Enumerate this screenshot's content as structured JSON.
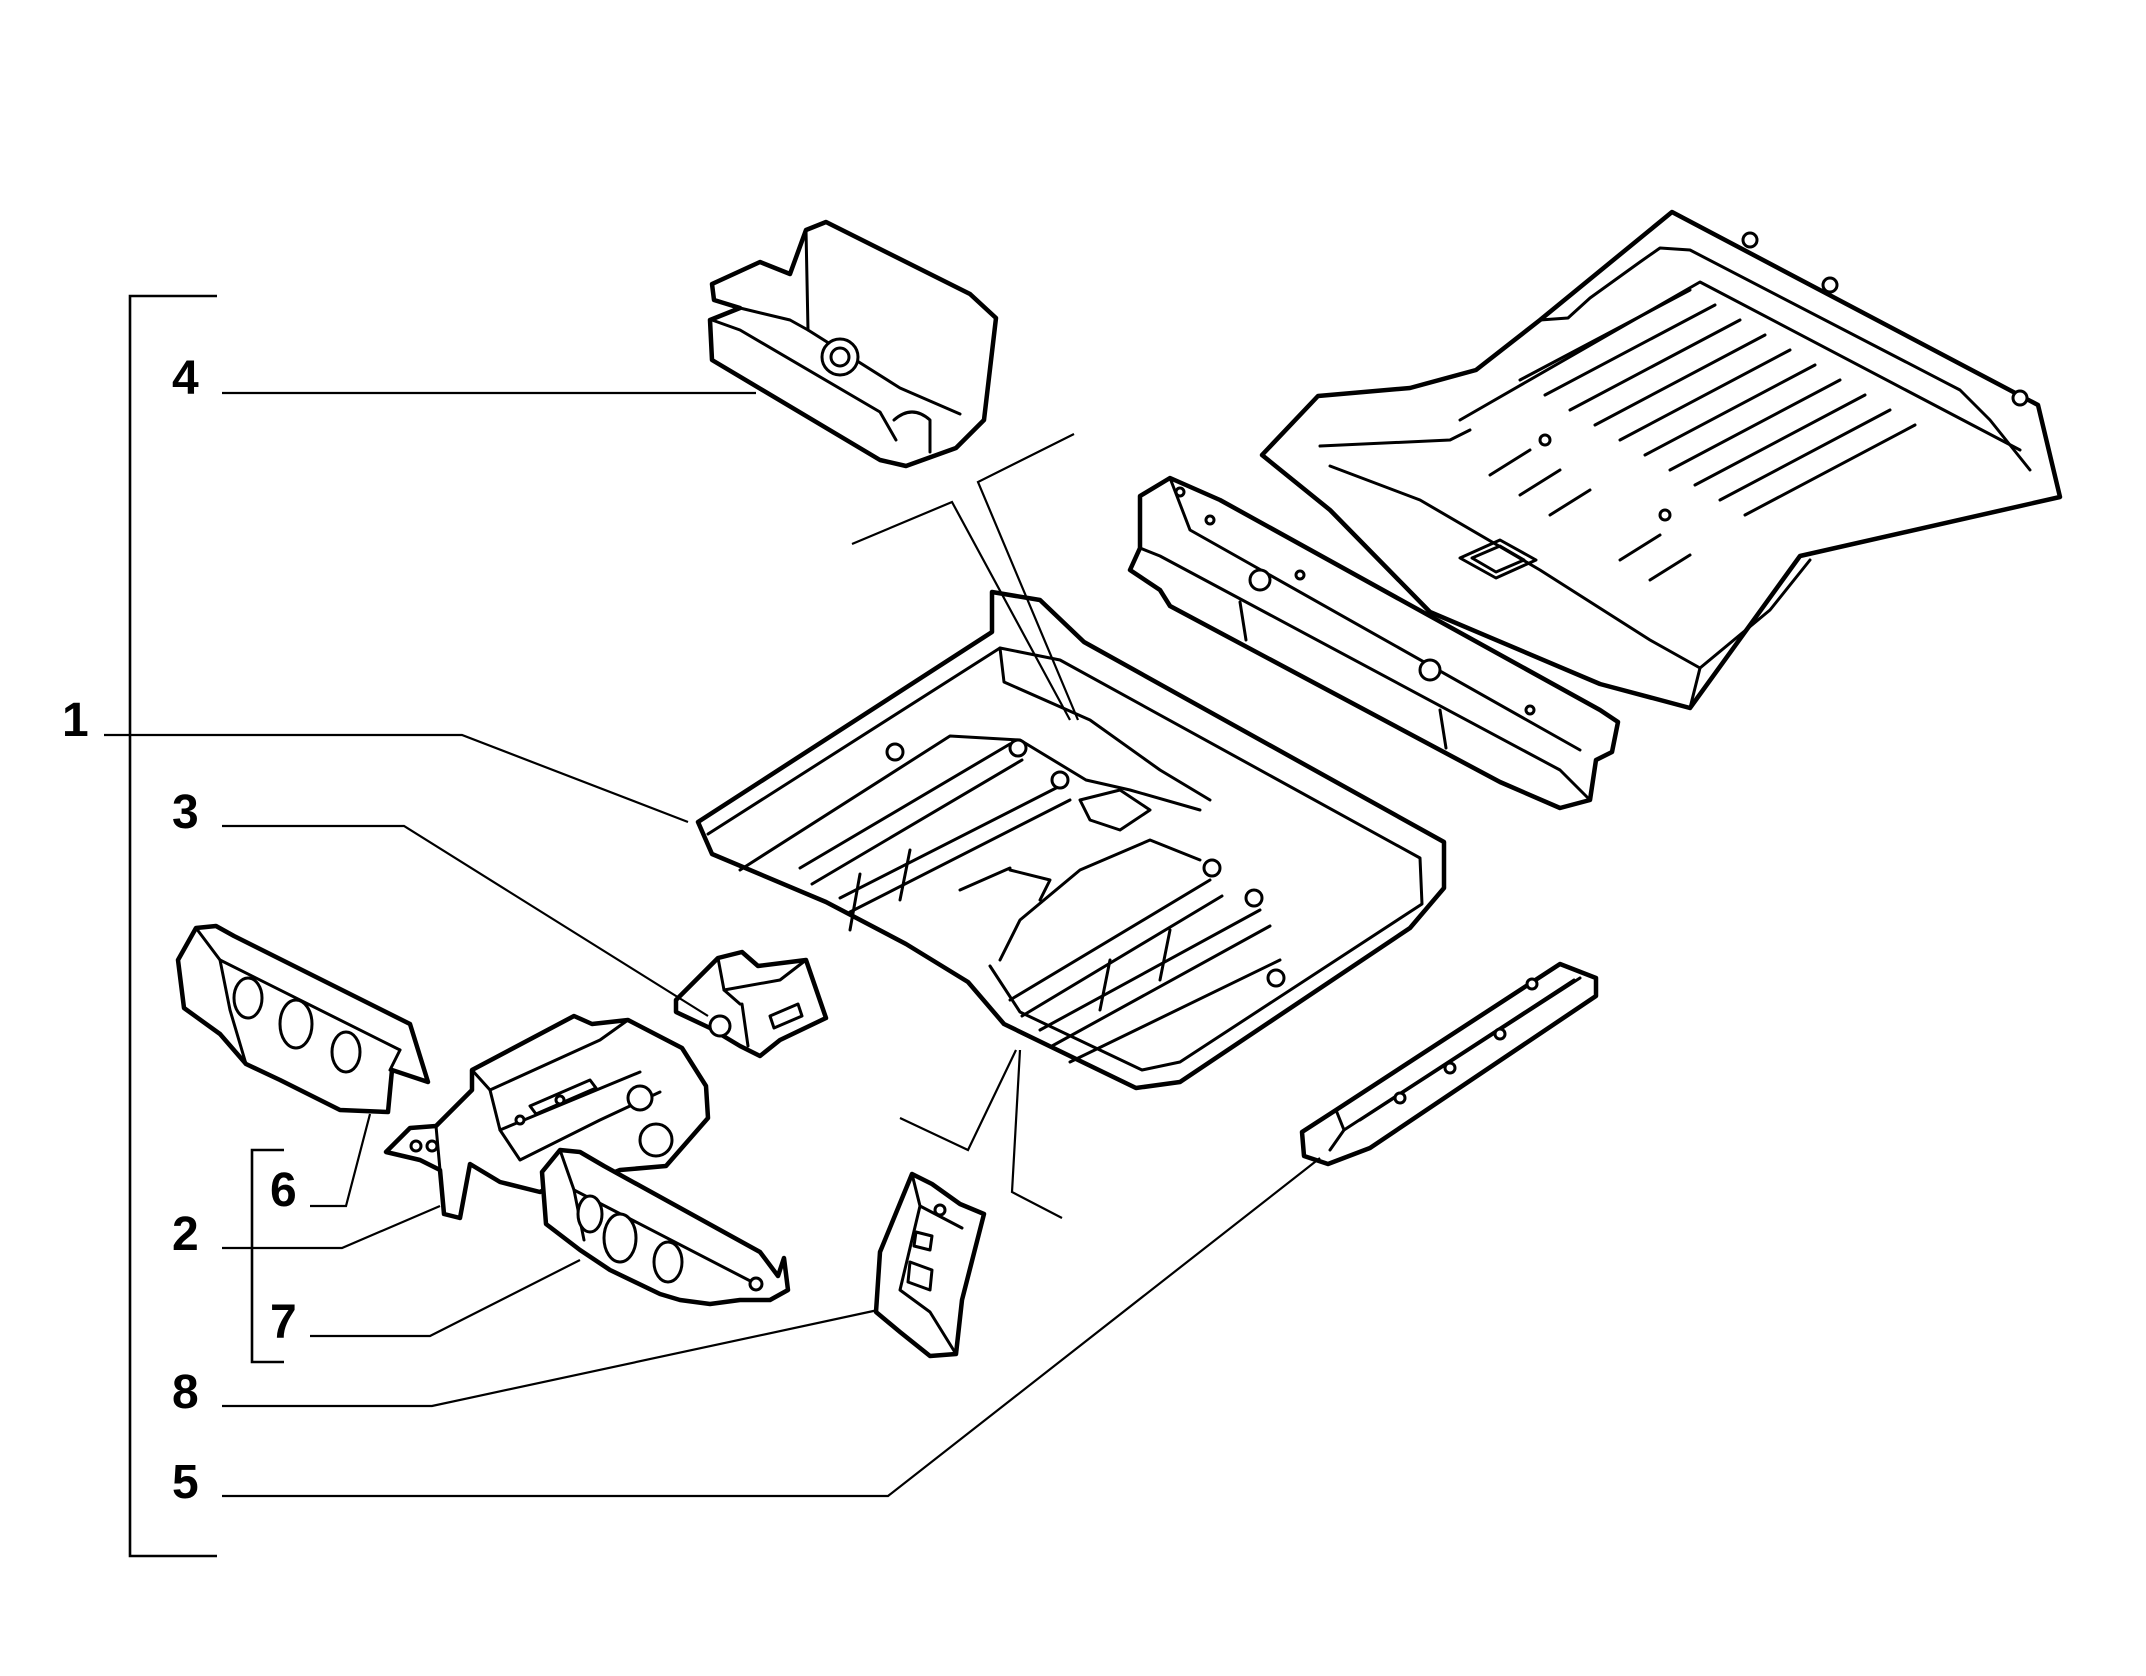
{
  "callouts": {
    "c1": "1",
    "c2": "2",
    "c3": "3",
    "c4": "4",
    "c5": "5",
    "c6": "6",
    "c7": "7",
    "c8": "8"
  },
  "colors": {
    "stroke": "#000000",
    "fill": "#ffffff",
    "background": "#ffffff"
  }
}
